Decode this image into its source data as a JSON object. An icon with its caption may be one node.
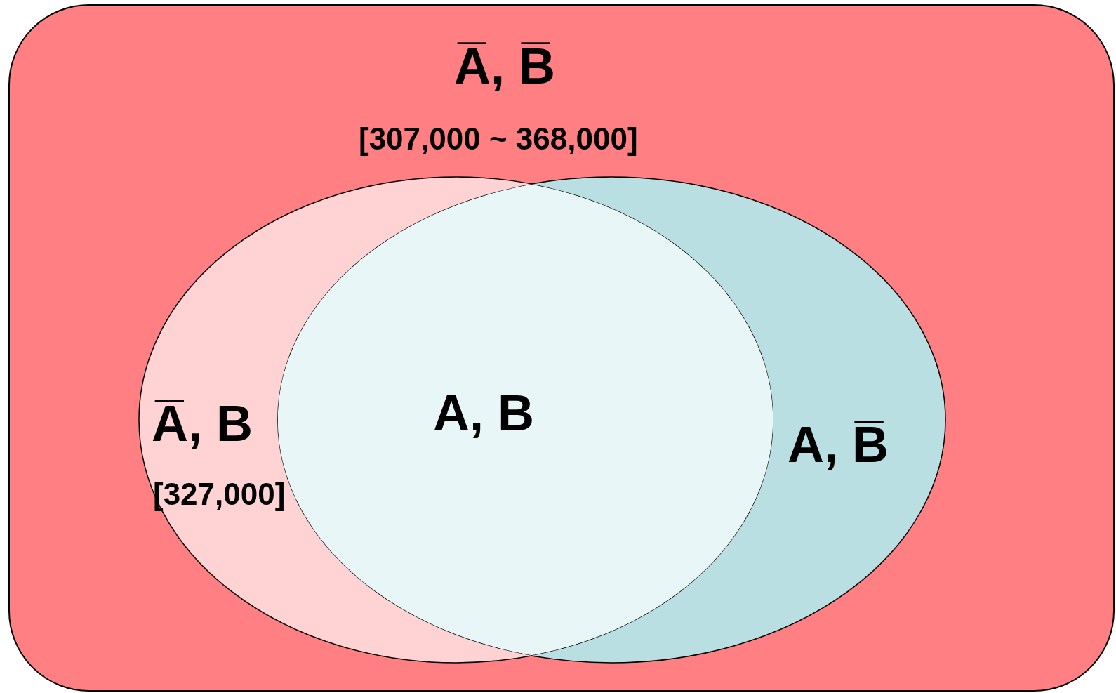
{
  "diagram": {
    "nodes": [
      {
        "text": [
          "A̅, B̅",
          "[307,000 ~ 368,000]"
        ]
      },
      {
        "text": [
          "A̅, B",
          "[327,000]"
        ],
        "in": 0
      },
      {
        "text": [
          "A, B̅"
        ],
        "in": 0
      }
    ],
    "labels": [
      "A, B"
    ]
  }
}
